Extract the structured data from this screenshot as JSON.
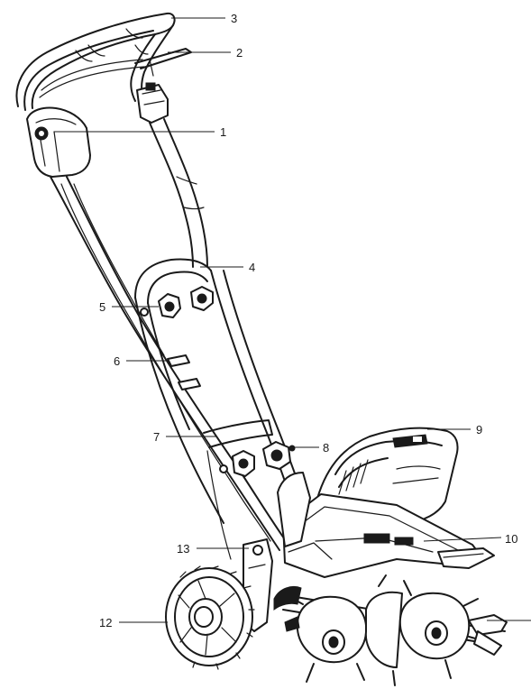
{
  "diagram": {
    "callouts": [
      {
        "id": "c1",
        "label": "1"
      },
      {
        "id": "c2",
        "label": "2"
      },
      {
        "id": "c3",
        "label": "3"
      },
      {
        "id": "c4",
        "label": "4"
      },
      {
        "id": "c5",
        "label": "5"
      },
      {
        "id": "c6",
        "label": "6"
      },
      {
        "id": "c7",
        "label": "7"
      },
      {
        "id": "c8",
        "label": "8"
      },
      {
        "id": "c9",
        "label": "9"
      },
      {
        "id": "c10",
        "label": "10"
      },
      {
        "id": "c11",
        "label": ""
      },
      {
        "id": "c12",
        "label": "12"
      },
      {
        "id": "c13",
        "label": "13"
      }
    ],
    "colors": {
      "ink": "#1a1a1a",
      "paper": "#ffffff"
    }
  }
}
